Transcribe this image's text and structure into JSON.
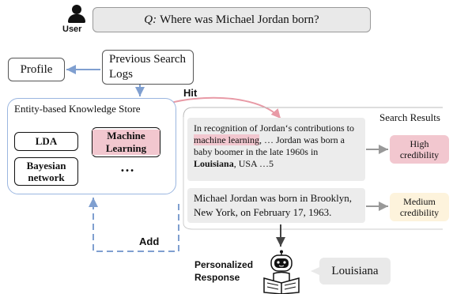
{
  "query": {
    "prefix": "Q:",
    "text": "Where was Michael Jordan born?"
  },
  "user_label": "User",
  "profile_label": "Profile",
  "search_logs_label": "Previous Search Logs",
  "hit_label": "Hit",
  "add_label": "Add",
  "knowledge_store": {
    "title": "Entity-based Knowledge Store",
    "entities": [
      "LDA",
      "Machine Learning",
      "Bayesian network",
      "…"
    ]
  },
  "search_results": {
    "title": "Search Results",
    "result1": {
      "pre": "In recognition of Jordan‘s contributions to ",
      "highlight": "machine learning",
      "mid": ", … Jordan was born a baby boomer in the late 1960s in ",
      "bold": "Louisiana",
      "post": ", USA …5",
      "credibility": "High credibility"
    },
    "result2": {
      "text": "Michael Jordan was born in Brooklyn, New York, on February 17, 1963.",
      "credibility": "Medium credibility"
    }
  },
  "personalized_response_label": "Personalized Response",
  "answer": "Louisiana",
  "colors": {
    "pink": "#f2c7cf",
    "cream": "#fdf3dc",
    "blue_border": "#9bb6e0",
    "arrow_blue": "#7f9fd0",
    "arrow_pink": "#e89aa6"
  }
}
